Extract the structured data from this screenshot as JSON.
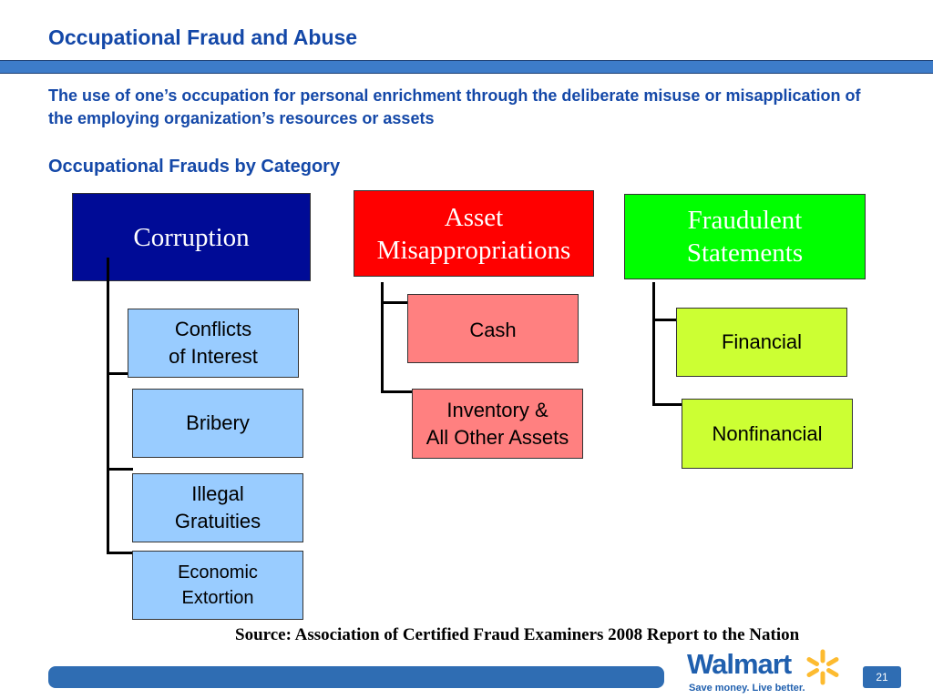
{
  "slide": {
    "title": "Occupational Fraud and Abuse",
    "definition": "The use of one’s occupation for personal enrichment through the deliberate misuse or misapplication of the employing organization’s resources or assets",
    "subtitle": "Occupational Frauds by Category",
    "source": "Source: Association of Certified Fraud Examiners 2008 Report to the Nation",
    "page_number": "21"
  },
  "logo": {
    "name": "Walmart",
    "tagline": "Save money. Live better."
  },
  "categories": [
    {
      "label": "Corruption",
      "color": "#000b96",
      "text_color": "#ffffff",
      "items": [
        {
          "label": "Conflicts\nof Interest",
          "color": "#99ccff"
        },
        {
          "label": "Bribery",
          "color": "#99ccff"
        },
        {
          "label": "Illegal\nGratuities",
          "color": "#99ccff"
        },
        {
          "label": "Economic\nExtortion",
          "color": "#99ccff"
        }
      ]
    },
    {
      "label": "Asset\nMisappropriations",
      "color": "#ff0000",
      "text_color": "#ffffff",
      "items": [
        {
          "label": "Cash",
          "color": "#ff8080"
        },
        {
          "label": "Inventory &\nAll Other Assets",
          "color": "#ff8080"
        }
      ]
    },
    {
      "label": "Fraudulent\nStatements",
      "color": "#00ff00",
      "text_color": "#ffffff",
      "items": [
        {
          "label": "Financial",
          "color": "#ccff33"
        },
        {
          "label": "Nonfinancial",
          "color": "#ccff33"
        }
      ]
    }
  ],
  "colors": {
    "title_blue": "#1448a8",
    "bar_blue": "#2f6db3"
  }
}
